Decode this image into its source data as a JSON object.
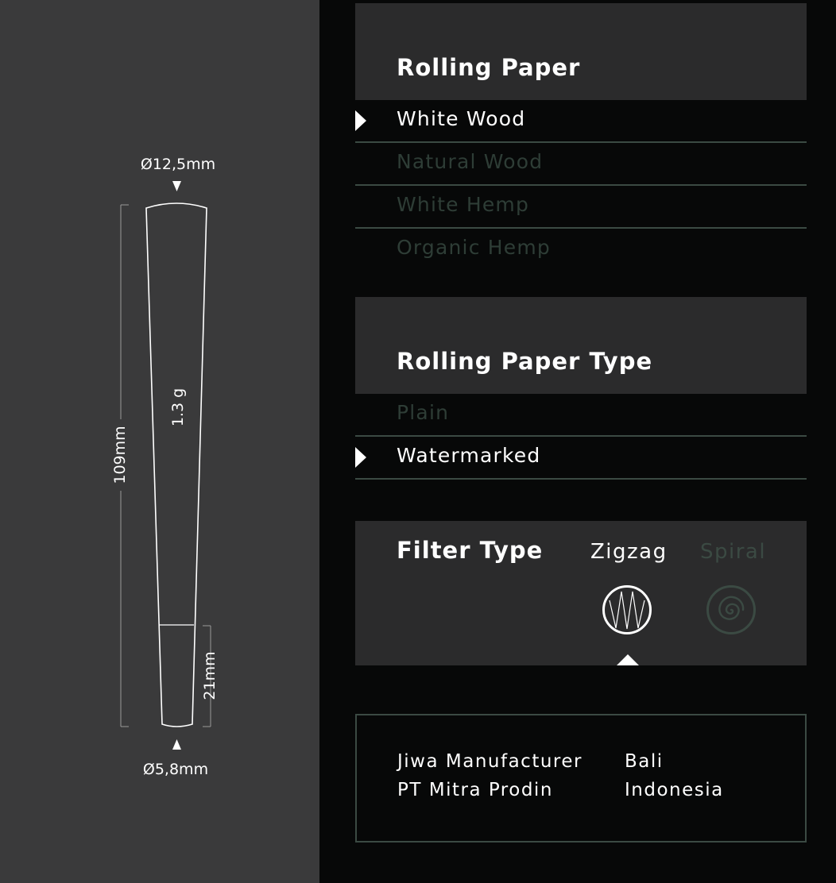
{
  "diagram": {
    "top_diameter": "Ø12,5mm",
    "bottom_diameter": "Ø5,8mm",
    "length": "109mm",
    "filter_length": "21mm",
    "weight": "1.3 g"
  },
  "rolling_paper": {
    "title": "Rolling Paper",
    "options": [
      {
        "label": "White Wood",
        "selected": true
      },
      {
        "label": "Natural Wood",
        "selected": false
      },
      {
        "label": "White Hemp",
        "selected": false
      },
      {
        "label": "Organic Hemp",
        "selected": false
      }
    ]
  },
  "rolling_paper_type": {
    "title": "Rolling Paper Type",
    "options": [
      {
        "label": "Plain",
        "selected": false
      },
      {
        "label": "Watermarked",
        "selected": true
      }
    ]
  },
  "filter_type": {
    "title": "Filter Type",
    "options": [
      {
        "label": "Zigzag",
        "icon": "zigzag-filter-icon",
        "selected": true
      },
      {
        "label": "Spiral",
        "icon": "spiral-filter-icon",
        "selected": false
      }
    ]
  },
  "manufacturer": {
    "name": "Jiwa Manufacturer",
    "company": "PT Mitra Prodin",
    "city": "Bali",
    "country": "Indonesia"
  },
  "colors": {
    "left_panel_bg": "#3a3a3b",
    "page_bg": "#070808",
    "header_bg": "#2b2b2c",
    "muted_green": "#3b4a43",
    "selected_text": "#ffffff"
  }
}
